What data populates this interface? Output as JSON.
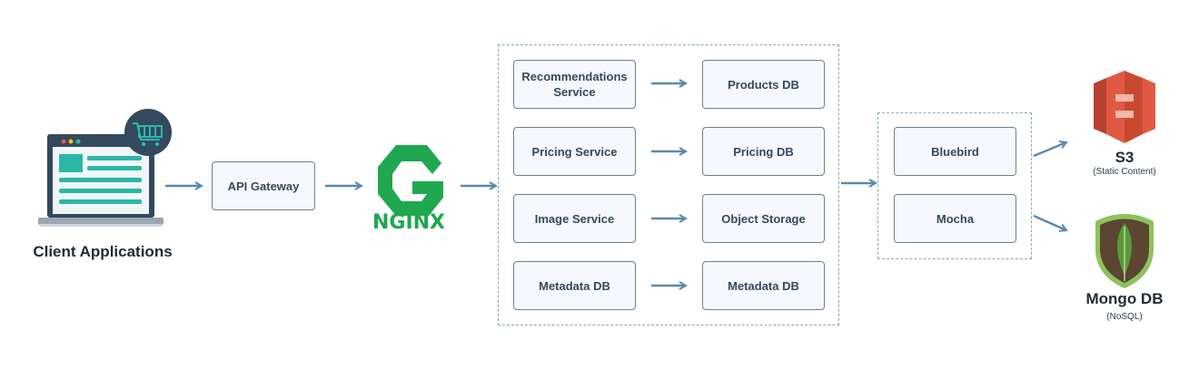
{
  "client": {
    "label": "Client Applications"
  },
  "gateway": {
    "label": "API Gateway"
  },
  "nginx": {
    "logo_text": "NGINX"
  },
  "services": [
    {
      "service": "Recommendations Service",
      "store": "Products DB"
    },
    {
      "service": "Pricing Service",
      "store": "Pricing DB"
    },
    {
      "service": "Image Service",
      "store": "Object Storage"
    },
    {
      "service": "Metadata DB",
      "store": "Metadata DB"
    }
  ],
  "workers": [
    "Bluebird",
    "Mocha"
  ],
  "s3": {
    "label": "S3",
    "sublabel": "(Static Content)"
  },
  "mongo": {
    "label": "Mongo DB",
    "sublabel": "(NoSQL)"
  },
  "colors": {
    "arrow": "#5b88ad",
    "nginx_green": "#1fa84f",
    "s3_orange": "#e05a43",
    "mongo_green": "#5a9a3a",
    "laptop_teal": "#2bb7a8",
    "dark_slate": "#34495e"
  }
}
